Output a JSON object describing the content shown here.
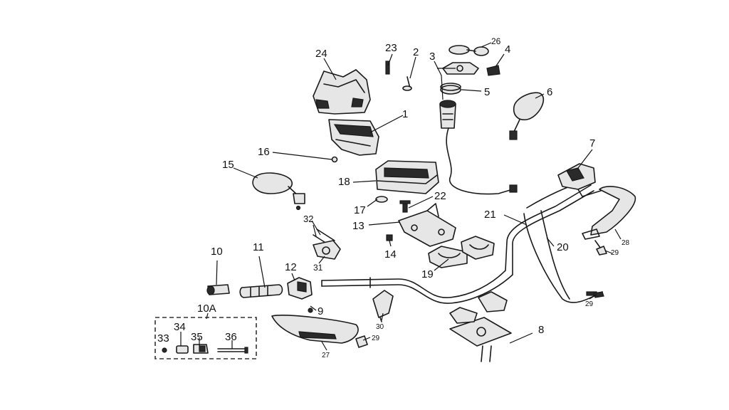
{
  "callouts": {
    "c1": "1",
    "c2": "2",
    "c3": "3",
    "c4": "4",
    "c5": "5",
    "c6": "6",
    "c7": "7",
    "c8": "8",
    "c9": "9",
    "c10": "10",
    "c10a": "10A",
    "c11": "11",
    "c12": "12",
    "c13": "13",
    "c14": "14",
    "c15": "15",
    "c16": "16",
    "c17": "17",
    "c18": "18",
    "c19": "19",
    "c20": "20",
    "c21": "21",
    "c22": "22",
    "c23": "23",
    "c24": "24",
    "c26": "26",
    "c27": "27",
    "c28": "28",
    "c29a": "29",
    "c29b": "29",
    "c29c": "29",
    "c30": "30",
    "c31": "31",
    "c32": "32",
    "c33": "33",
    "c34": "34",
    "c35": "35",
    "c36": "36"
  }
}
